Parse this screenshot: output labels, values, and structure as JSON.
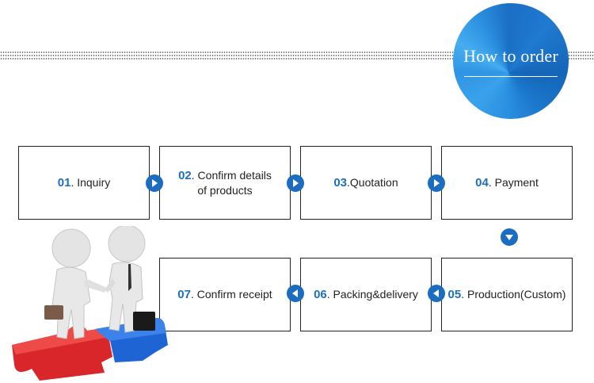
{
  "header": {
    "title": "How to order"
  },
  "colors": {
    "accent": "#1d6fbf",
    "arrow": "#1c6dc0",
    "box_border": "#222222"
  },
  "steps": [
    {
      "num": "01",
      "sep": ". ",
      "label": "Inquiry"
    },
    {
      "num": "02",
      "sep": ". ",
      "label": "Confirm details",
      "label2": "of products"
    },
    {
      "num": "03",
      "sep": ".",
      "label": "Quotation"
    },
    {
      "num": "04",
      "sep": ". ",
      "label": "Payment"
    },
    {
      "num": "05",
      "sep": ". ",
      "label": "Production(Custom)"
    },
    {
      "num": "06",
      "sep": ". ",
      "label": "Packing&delivery"
    },
    {
      "num": "07",
      "sep": ". ",
      "label": "Confirm receipt"
    }
  ],
  "arrows": [
    {
      "from": "01",
      "to": "02",
      "direction": "right"
    },
    {
      "from": "02",
      "to": "03",
      "direction": "right"
    },
    {
      "from": "03",
      "to": "04",
      "direction": "right"
    },
    {
      "from": "04",
      "to": "05",
      "direction": "down"
    },
    {
      "from": "05",
      "to": "06",
      "direction": "left"
    },
    {
      "from": "06",
      "to": "07",
      "direction": "left"
    }
  ],
  "illustration": {
    "subject": "two figures shaking hands on puzzle pieces"
  }
}
